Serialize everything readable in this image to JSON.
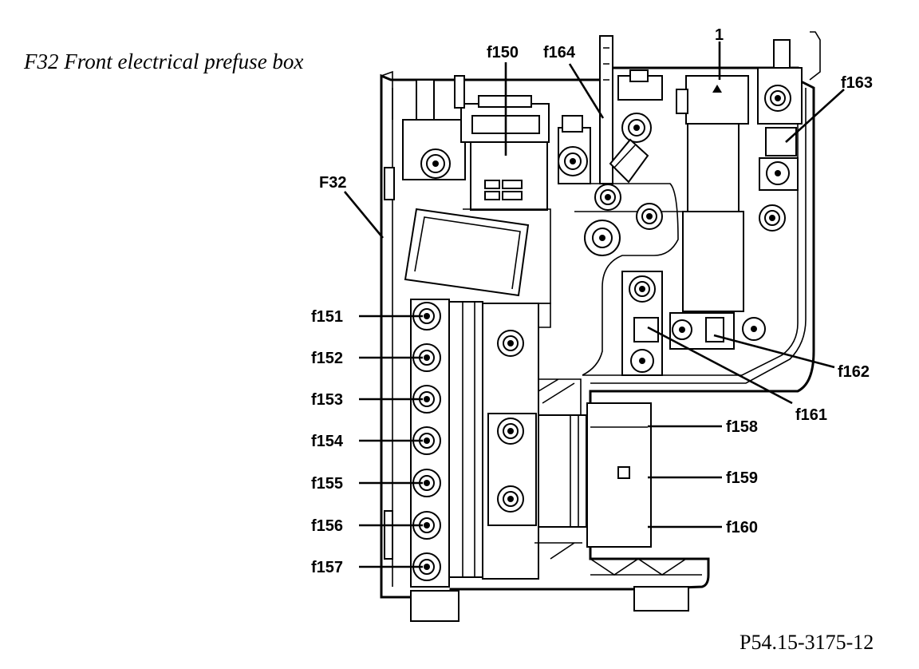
{
  "title": "F32 Front electrical prefuse box",
  "reference": "P54.15-3175-12",
  "labels": {
    "f150": "f150",
    "f164": "f164",
    "one": "1",
    "f163": "f163",
    "F32": "F32",
    "f151": "f151",
    "f152": "f152",
    "f153": "f153",
    "f154": "f154",
    "f155": "f155",
    "f156": "f156",
    "f157": "f157",
    "f158": "f158",
    "f159": "f159",
    "f160": "f160",
    "f161": "f161",
    "f162": "f162"
  }
}
